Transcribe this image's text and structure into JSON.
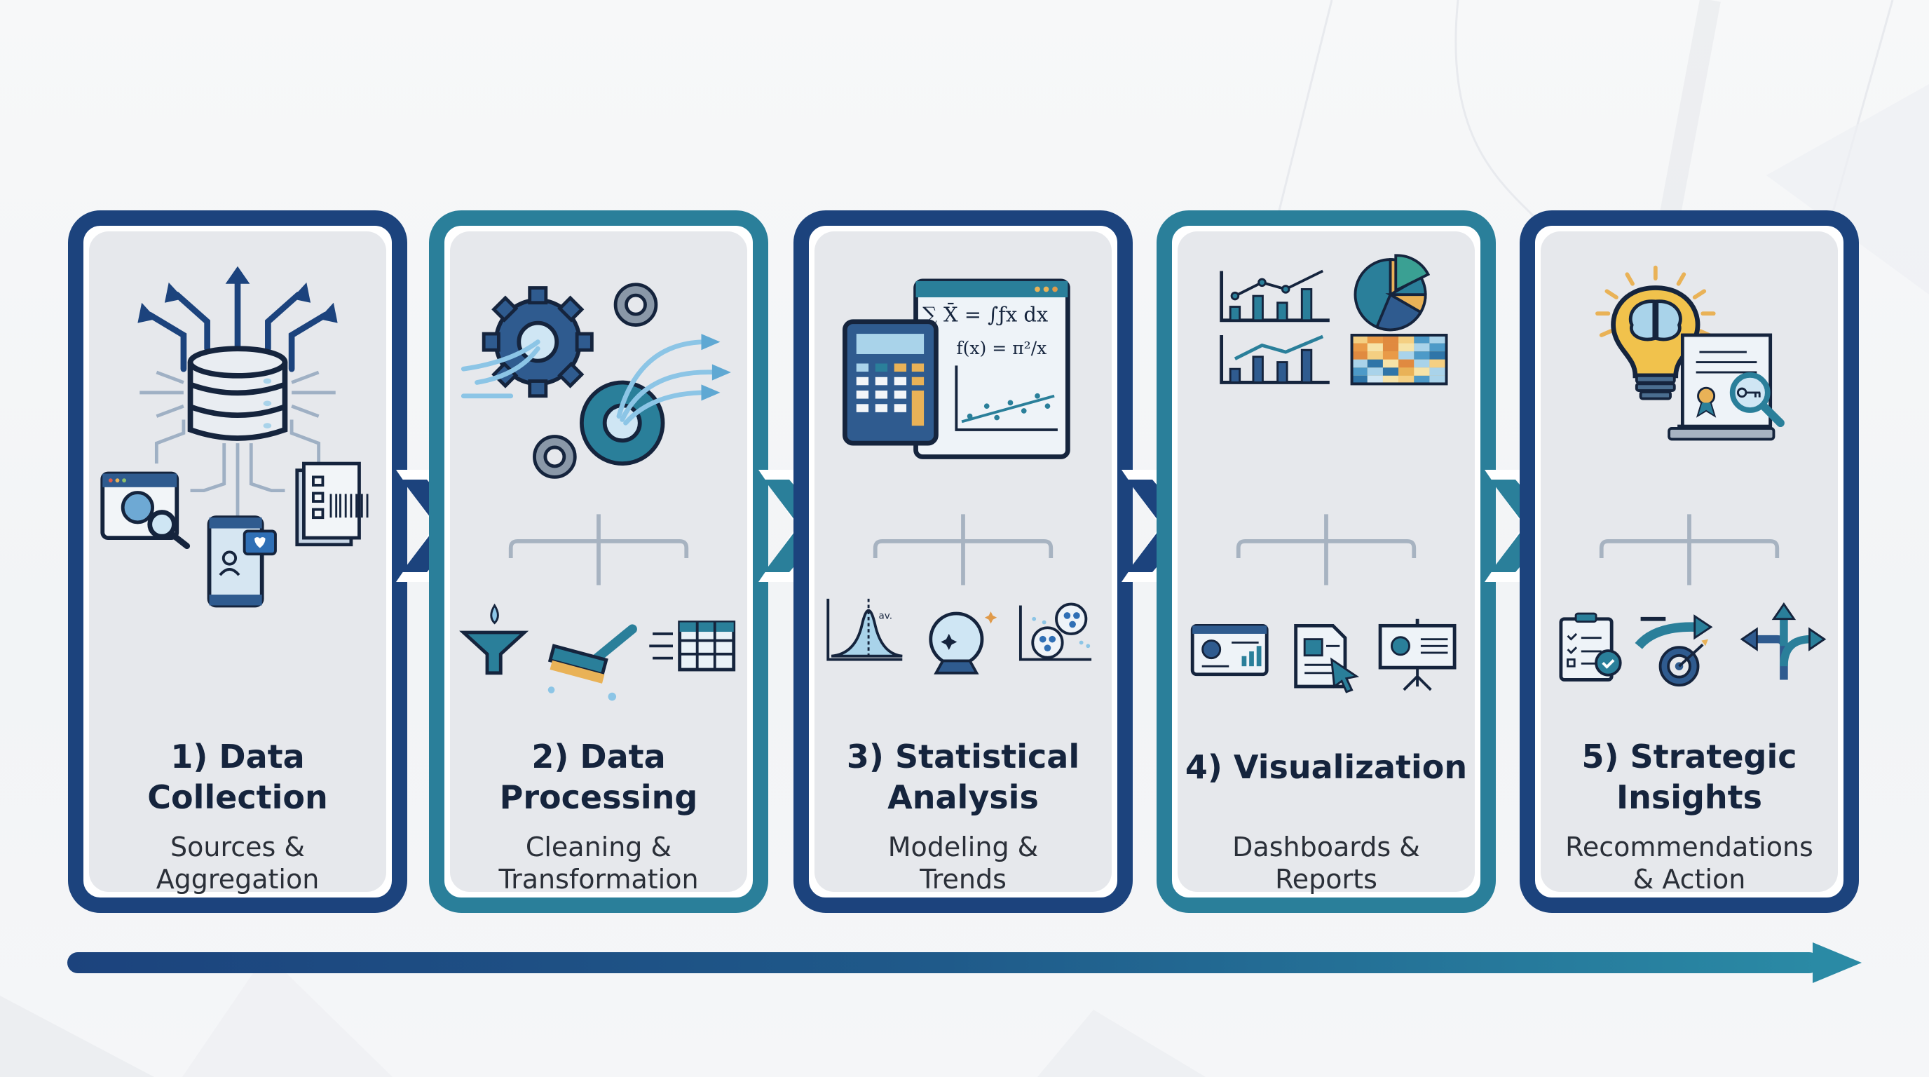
{
  "colors": {
    "navy": "#1c437d",
    "teal": "#2a7f9a",
    "card_fill": "#e6e8ec",
    "text_dark": "#15243d",
    "accent_orange": "#e9b257",
    "accent_light_blue": "#a9d3ea"
  },
  "stages": [
    {
      "title_line1": "1) Data",
      "title_line2": "Collection",
      "subtitle_line1": "Sources &",
      "subtitle_line2": "Aggregation",
      "border": "navy",
      "main_icon": "database-with-outgoing-arrows-icon",
      "sub_icons": [
        "web-search-icon",
        "mobile-social-icon",
        "document-barcode-icon"
      ]
    },
    {
      "title_line1": "2) Data",
      "title_line2": "Processing",
      "subtitle_line1": "Cleaning &",
      "subtitle_line2": "Transformation",
      "border": "teal",
      "main_icon": "gears-data-flow-icon",
      "sub_icons": [
        "filter-funnel-icon",
        "cleaning-brush-icon",
        "table-transform-icon"
      ]
    },
    {
      "title_line1": "3) Statistical",
      "title_line2": "Analysis",
      "subtitle_line1": "Modeling &",
      "subtitle_line2": "Trends",
      "border": "navy",
      "main_icon": "calculator-formula-icon",
      "formula_line1": "∑ X̄ = ∫ ƒx dx",
      "formula_line2": "f(x) = π²/x",
      "bell_label": "av.",
      "sub_icons": [
        "bell-curve-icon",
        "crystal-ball-icon",
        "cluster-scatter-icon"
      ]
    },
    {
      "title_line1": "4) Visualization",
      "title_line2": "",
      "subtitle_line1": "Dashboards &",
      "subtitle_line2": "Reports",
      "border": "teal",
      "main_icon": "charts-grid-icon",
      "sub_icons": [
        "dashboard-window-icon",
        "report-cursor-icon",
        "presentation-board-icon"
      ]
    },
    {
      "title_line1": "5) Strategic",
      "title_line2": "Insights",
      "subtitle_line1": "Recommendations",
      "subtitle_line2": "& Action",
      "border": "navy",
      "main_icon": "lightbulb-brain-document-icon",
      "sub_icons": [
        "checklist-icon",
        "target-path-icon",
        "decision-arrows-icon"
      ]
    }
  ],
  "connectors": [
    "chevron-right-navy",
    "chevron-right-teal",
    "chevron-right-navy",
    "chevron-right-teal"
  ],
  "timeline_arrow": {
    "direction": "right",
    "gradient_from": "#1c437d",
    "gradient_to": "#2a8aa5"
  }
}
